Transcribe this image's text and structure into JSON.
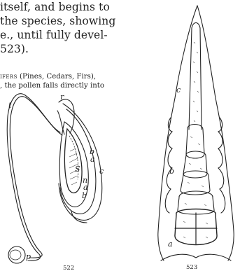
{
  "body_text": {
    "lines": [
      " itself, and begins to",
      " the species, showing",
      "e., until fully devel-",
      "523)."
    ]
  },
  "footnote": {
    "line1_caps": "ifers",
    "line1_rest": " (Pines, Cedars, Firs),",
    "line2": ", the pollen falls directly into"
  },
  "figure_522": {
    "number": "522",
    "labels": {
      "t": "t",
      "r": "r",
      "b_upper": "b",
      "a_upper": "a",
      "S": "S",
      "c": "c",
      "n": "n",
      "a_lower": "a",
      "b_lower": "b",
      "p": "p"
    }
  },
  "figure_523": {
    "number": "523",
    "labels": {
      "c": "c",
      "b": "b",
      "a": "a"
    }
  }
}
